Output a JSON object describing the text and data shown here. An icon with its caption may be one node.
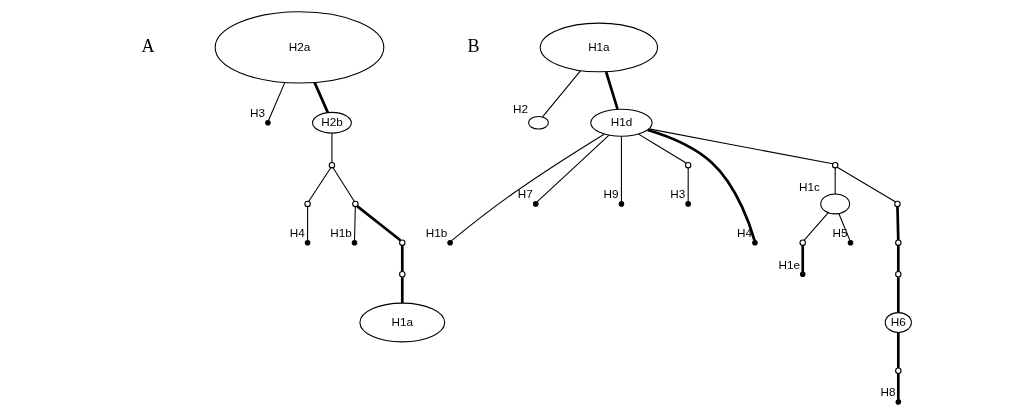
{
  "diagram": {
    "nodes": [
      {
        "text": [
          "H2a"
        ]
      },
      {
        "text": [],
        "shape": "dot",
        "beside": [
          "H3"
        ]
      },
      {
        "text": [
          "H2b"
        ]
      },
      {
        "text": [],
        "shape": "circle"
      },
      {
        "text": [],
        "shape": "circle"
      },
      {
        "text": [],
        "shape": "dot",
        "beside": [
          "H4"
        ]
      },
      {
        "text": [],
        "shape": "circle"
      },
      {
        "text": [],
        "shape": "dot",
        "beside": [
          "H1b"
        ]
      },
      {
        "text": [],
        "shape": "circle"
      },
      {
        "text": [],
        "shape": "circle"
      },
      {
        "text": [
          "H1a"
        ]
      },
      {
        "text": [
          "H1a"
        ]
      },
      {
        "text": [],
        "shape": "circle",
        "beside": [
          "H2"
        ]
      },
      {
        "text": [
          "H1d"
        ]
      },
      {
        "text": [],
        "shape": "dot",
        "beside": [
          "H1b"
        ]
      },
      {
        "text": [],
        "shape": "dot",
        "beside": [
          "H7"
        ]
      },
      {
        "text": [],
        "shape": "dot",
        "beside": [
          "H9"
        ]
      },
      {
        "text": [],
        "shape": "circle"
      },
      {
        "text": [],
        "shape": "dot",
        "beside": [
          "H3"
        ]
      },
      {
        "text": [],
        "shape": "dot",
        "beside": [
          "H4"
        ]
      },
      {
        "text": [],
        "shape": "circle"
      },
      {
        "text": [],
        "shape": "circle",
        "beside": [
          "H1c"
        ]
      },
      {
        "text": [],
        "shape": "circle"
      },
      {
        "text": [],
        "shape": "dot",
        "beside": [
          "H1e"
        ]
      },
      {
        "text": [],
        "shape": "dot",
        "beside": [
          "H5"
        ]
      },
      {
        "text": [],
        "shape": "circle"
      },
      {
        "text": [],
        "shape": "circle"
      },
      {
        "text": [],
        "shape": "circle"
      },
      {
        "text": [
          "H6"
        ]
      },
      {
        "text": [],
        "shape": "circle"
      },
      {
        "text": [],
        "shape": "dot",
        "beside": [
          "H8"
        ]
      }
    ],
    "edges": [
      {
        "from": 0,
        "to": 1,
        "arrow": "none"
      },
      {
        "from": 0,
        "to": 2,
        "arrow": "none",
        "style": "thick"
      },
      {
        "from": 2,
        "to": 3,
        "arrow": "none"
      },
      {
        "from": 3,
        "to": 4,
        "arrow": "none"
      },
      {
        "from": 4,
        "to": 5,
        "arrow": "none"
      },
      {
        "from": 3,
        "to": 6,
        "arrow": "none"
      },
      {
        "from": 6,
        "to": 7,
        "arrow": "none"
      },
      {
        "from": 6,
        "to": 8,
        "arrow": "none",
        "style": "thick"
      },
      {
        "from": 8,
        "to": 9,
        "arrow": "none",
        "style": "thick"
      },
      {
        "from": 9,
        "to": 10,
        "arrow": "none",
        "style": "thick"
      },
      {
        "from": 11,
        "to": 12,
        "arrow": "none"
      },
      {
        "from": 11,
        "to": 13,
        "arrow": "none",
        "style": "thick"
      },
      {
        "from": 13,
        "to": 14,
        "arrow": "none"
      },
      {
        "from": 13,
        "to": 15,
        "arrow": "none"
      },
      {
        "from": 13,
        "to": 16,
        "arrow": "none"
      },
      {
        "from": 13,
        "to": 17,
        "arrow": "none"
      },
      {
        "from": 17,
        "to": 18,
        "arrow": "none"
      },
      {
        "from": 13,
        "to": 19,
        "arrow": "none",
        "style": "thick"
      },
      {
        "from": 13,
        "to": 20,
        "arrow": "none"
      },
      {
        "from": 20,
        "to": 21,
        "arrow": "none"
      },
      {
        "from": 21,
        "to": 22,
        "arrow": "none"
      },
      {
        "from": 22,
        "to": 23,
        "arrow": "none",
        "style": "thick"
      },
      {
        "from": 21,
        "to": 24,
        "arrow": "none"
      },
      {
        "from": 20,
        "to": 25,
        "arrow": "none"
      },
      {
        "from": 25,
        "to": 26,
        "arrow": "none",
        "style": "thick"
      },
      {
        "from": 26,
        "to": 27,
        "arrow": "none",
        "style": "thick"
      },
      {
        "from": 27,
        "to": 28,
        "arrow": "none",
        "style": "thick"
      },
      {
        "from": 28,
        "to": 29,
        "arrow": "none",
        "style": "thick"
      },
      {
        "from": 29,
        "to": 30,
        "arrow": "none",
        "style": "thick"
      }
    ],
    "labels": [
      "A",
      "B"
    ]
  }
}
